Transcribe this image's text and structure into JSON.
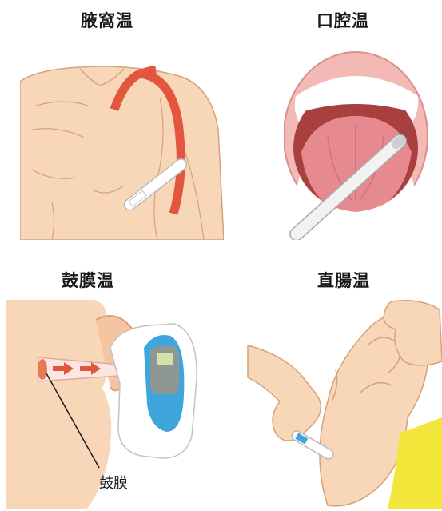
{
  "panels": {
    "axillary": {
      "title": "腋窩温"
    },
    "oral": {
      "title": "口腔温"
    },
    "tympanic": {
      "title": "鼓膜温",
      "callout": "鼓膜"
    },
    "rectal": {
      "title": "直腸温"
    }
  },
  "colors": {
    "skin": "#f8d7b8",
    "skin_outline": "#d9a07a",
    "artery": "#e2553f",
    "mouth_inner": "#a8403f",
    "tongue": "#e68a8f",
    "device_blue": "#3fa6dc",
    "diaper": "#f3e63b"
  },
  "icons": [
    "thermometer-icon",
    "ear-thermometer-icon",
    "arrow-right-icon"
  ]
}
